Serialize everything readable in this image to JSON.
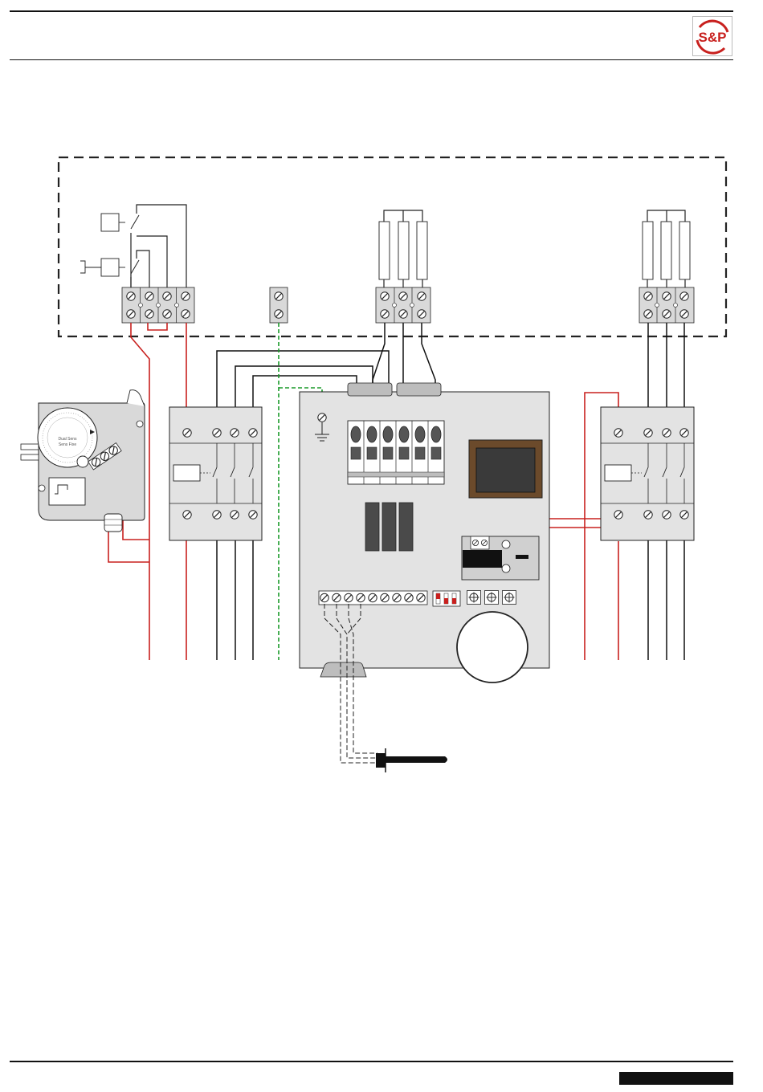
{
  "header": {
    "logo_text": "S&P",
    "brand_color": "#c8201e"
  },
  "diagram": {
    "wire_colors": {
      "control": "#c8201e",
      "power": "#111111",
      "earth": "#1a9a2a"
    },
    "dial_labels": [
      "Dual Sens",
      "Sens Fixe"
    ],
    "symbols": {
      "earth": "earth-ground-icon",
      "probe": "temperature-probe-icon",
      "transformer": "transformer-icon",
      "relay_coil": "relay-coil-icon"
    }
  }
}
